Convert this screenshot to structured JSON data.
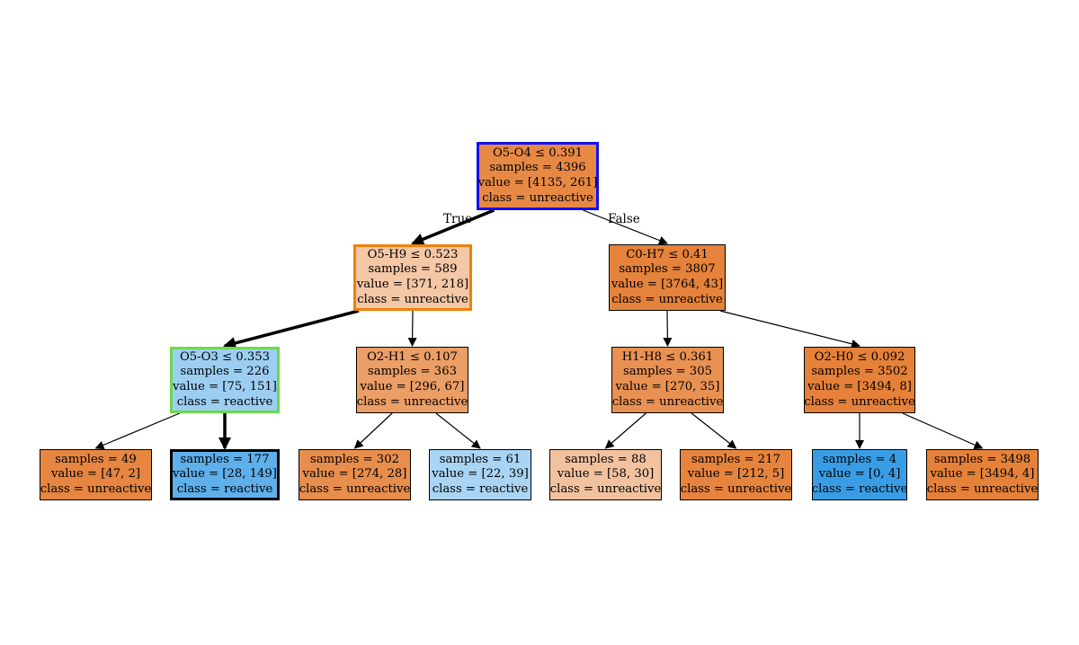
{
  "tree": {
    "nodes": [
      {
        "id": "root",
        "split": "O5-O4 ≤ 0.391",
        "samples": "samples = 4396",
        "value": "value = [4135, 261]",
        "class": "class = unreactive",
        "fill": "#e78945",
        "highlight": "#1010f0"
      },
      {
        "id": "n1",
        "split": "O5-H9 ≤ 0.523",
        "samples": "samples = 589",
        "value": "value = [371, 218]",
        "class": "class = unreactive",
        "fill": "#f4c7a6",
        "highlight": "#f0800a"
      },
      {
        "id": "n2",
        "split": "C0-H7 ≤ 0.41",
        "samples": "samples = 3807",
        "value": "value = [3764, 43]",
        "class": "class = unreactive",
        "fill": "#e5823b"
      },
      {
        "id": "n3",
        "split": "O5-O3 ≤ 0.353",
        "samples": "samples = 226",
        "value": "value = [75, 151]",
        "class": "class = reactive",
        "fill": "#9ccef2",
        "highlight": "#6cd84a"
      },
      {
        "id": "n4",
        "split": "O2-H1 ≤ 0.107",
        "samples": "samples = 363",
        "value": "value = [296, 67]",
        "class": "class = unreactive",
        "fill": "#eb9e66"
      },
      {
        "id": "n5",
        "split": "H1-H8 ≤ 0.361",
        "samples": "samples = 305",
        "value": "value = [270, 35]",
        "class": "class = unreactive",
        "fill": "#e89153"
      },
      {
        "id": "n6",
        "split": "O2-H0 ≤ 0.092",
        "samples": "samples = 3502",
        "value": "value = [3494, 8]",
        "class": "class = unreactive",
        "fill": "#e58139"
      },
      {
        "id": "l1",
        "samples": "samples = 49",
        "value": "value = [47, 2]",
        "class": "class = unreactive",
        "fill": "#e68641"
      },
      {
        "id": "l2",
        "samples": "samples = 177",
        "value": "value = [28, 149]",
        "class": "class = reactive",
        "fill": "#5eafea",
        "highlight": "#000000"
      },
      {
        "id": "l3",
        "samples": "samples = 302",
        "value": "value = [274, 28]",
        "class": "class = unreactive",
        "fill": "#e88e4d"
      },
      {
        "id": "l4",
        "samples": "samples = 61",
        "value": "value = [22, 39]",
        "class": "class = reactive",
        "fill": "#a9d4f4"
      },
      {
        "id": "l5",
        "samples": "samples = 88",
        "value": "value = [58, 30]",
        "class": "class = unreactive",
        "fill": "#f2c29f"
      },
      {
        "id": "l6",
        "samples": "samples = 217",
        "value": "value = [212, 5]",
        "class": "class = unreactive",
        "fill": "#e6843e"
      },
      {
        "id": "l7",
        "samples": "samples = 4",
        "value": "value = [0, 4]",
        "class": "class = reactive",
        "fill": "#399de5"
      },
      {
        "id": "l8",
        "samples": "samples = 3498",
        "value": "value = [3494, 4]",
        "class": "class = unreactive",
        "fill": "#e58139"
      }
    ],
    "edges": [
      {
        "from": "root",
        "to": "n1",
        "bold": true
      },
      {
        "from": "root",
        "to": "n2",
        "bold": false
      },
      {
        "from": "n1",
        "to": "n3",
        "bold": true
      },
      {
        "from": "n1",
        "to": "n4",
        "bold": false
      },
      {
        "from": "n2",
        "to": "n5",
        "bold": false
      },
      {
        "from": "n2",
        "to": "n6",
        "bold": false
      },
      {
        "from": "n3",
        "to": "l1",
        "bold": false
      },
      {
        "from": "n3",
        "to": "l2",
        "bold": true
      },
      {
        "from": "n4",
        "to": "l3",
        "bold": false
      },
      {
        "from": "n4",
        "to": "l4",
        "bold": false
      },
      {
        "from": "n5",
        "to": "l5",
        "bold": false
      },
      {
        "from": "n5",
        "to": "l6",
        "bold": false
      },
      {
        "from": "n6",
        "to": "l7",
        "bold": false
      },
      {
        "from": "n6",
        "to": "l8",
        "bold": false
      }
    ],
    "edge_labels": {
      "true_label": "True",
      "false_label": "False"
    }
  }
}
